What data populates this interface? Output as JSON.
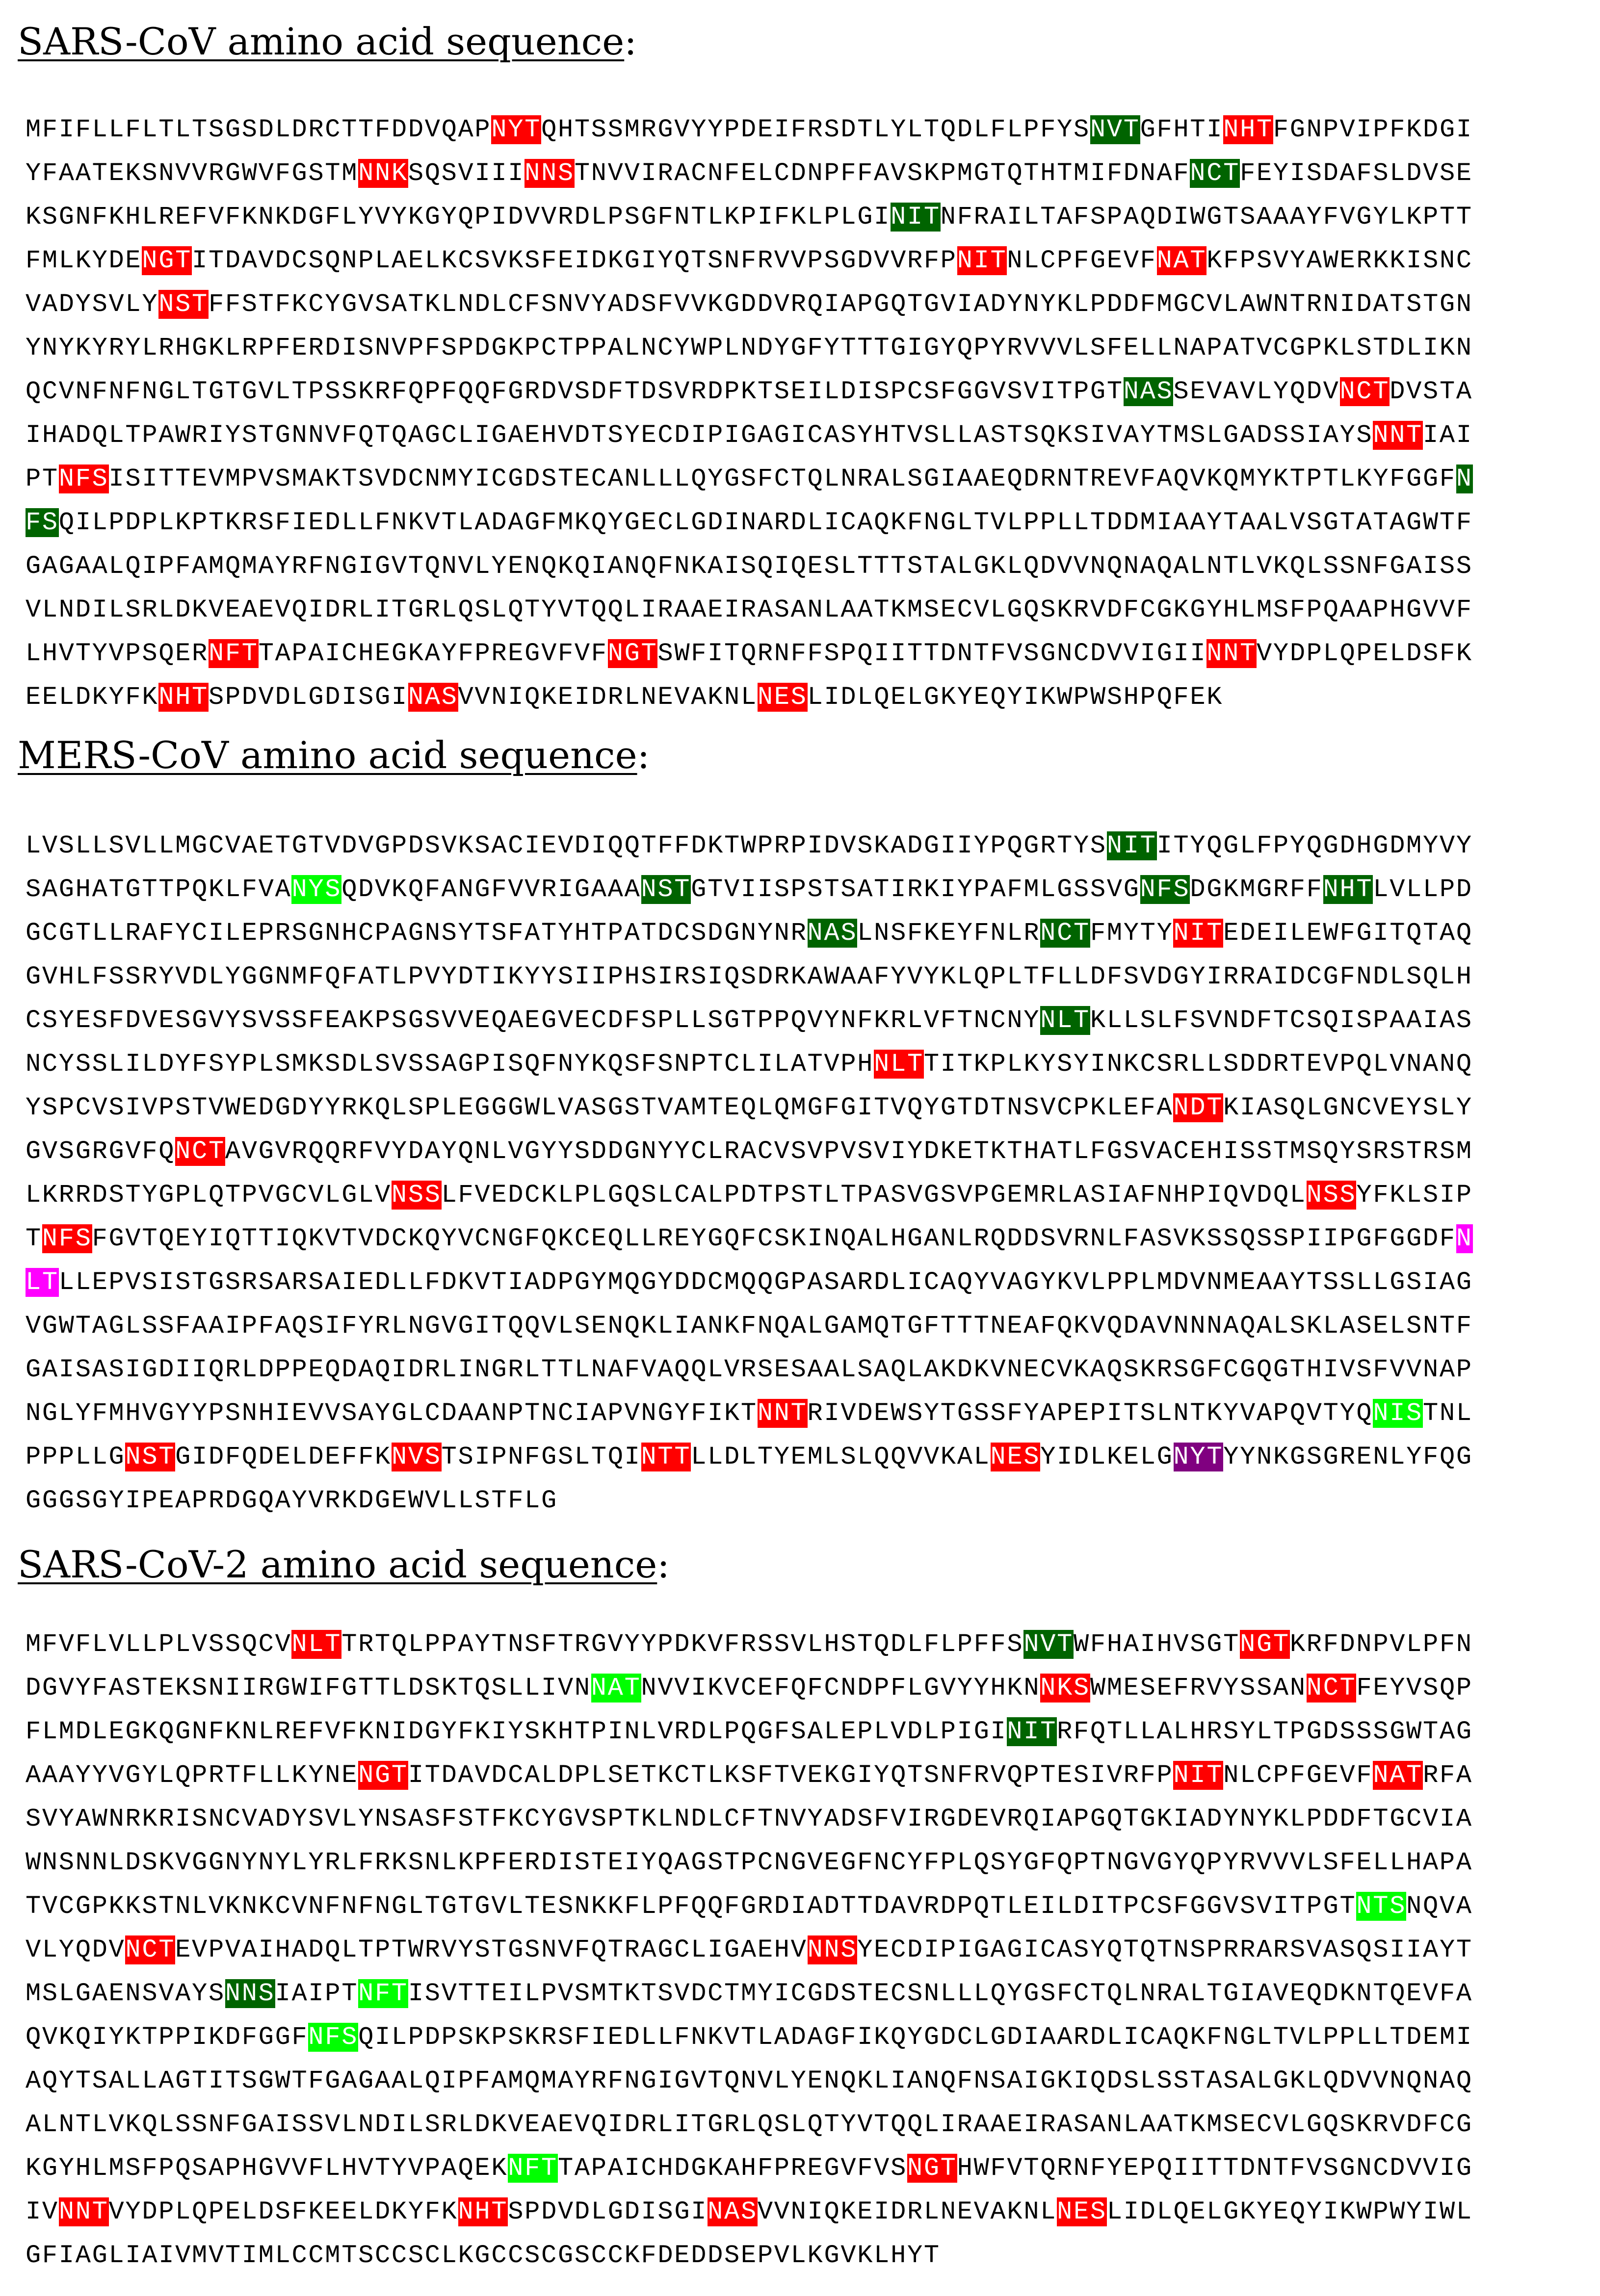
{
  "colors": {
    "red": "#ff0000",
    "dark_green": "#006400",
    "bright_green": "#00ff00",
    "magenta": "#ff00ff",
    "purple": "#800080"
  },
  "sections": [
    {
      "title": "SARS-CoV amino acid sequence",
      "title_suffix": ":",
      "lines": [
        [
          [
            "MFIFLLFLTLTSGSDLDRCTTFDDVQAP",
            null
          ],
          [
            "NYT",
            "red"
          ],
          [
            "QHTSSMRGVYYPDEIFRSDTLYLTQDLFLPFYS",
            null
          ],
          [
            "NVT",
            "dark_green"
          ],
          [
            "GFHTI",
            null
          ],
          [
            "NHT",
            "red"
          ],
          [
            "FGNPVIPFKDGI",
            null
          ]
        ],
        [
          [
            "YFAATEKSNVVRGWVFGSTM",
            null
          ],
          [
            "NNK",
            "red"
          ],
          [
            "SQSVIII",
            null
          ],
          [
            "NNS",
            "red"
          ],
          [
            "TNVVIRACNFELCDNPFFAVSKPMGTQTHTMIFDNAF",
            null
          ],
          [
            "NCT",
            "dark_green"
          ],
          [
            "FEYISDAFSLDVSE",
            null
          ]
        ],
        [
          [
            "KSGNFKHLREFVFKNKDGFLYVYKGYQPIDVVRDLPSGFNTLKPIFKLPLGI",
            null
          ],
          [
            "NIT",
            "dark_green"
          ],
          [
            "NFRAILTAFSPAQDIWGTSAAAYFVGYLKPTT",
            null
          ]
        ],
        [
          [
            "FMLKYDE",
            null
          ],
          [
            "NGT",
            "red"
          ],
          [
            "ITDAVDCSQNPLAELKCSVKSFEIDKGIYQTSNFRVVPSGDVVRFP",
            null
          ],
          [
            "NIT",
            "red"
          ],
          [
            "NLCPFGEVF",
            null
          ],
          [
            "NAT",
            "red"
          ],
          [
            "KFPSVYAWERKKISNC",
            null
          ]
        ],
        [
          [
            "VADYSVLY",
            null
          ],
          [
            "NST",
            "red"
          ],
          [
            "FFSTFKCYGVSATKLNDLCFSNVYADSFVVKGDDVRQIAPGQTGVIADYNYKLPDDFMGCVLAWNTRNIDATSTGN",
            null
          ]
        ],
        [
          [
            "YNYKYRYLRHGKLRPFERDISNVPFSPDGKPCTPPALNCYWPLNDYGFYTTTGIGYQPYRVVVLSFELLNAPATVCGPKLSTDLIKN",
            null
          ]
        ],
        [
          [
            "QCVNFNFNGLTGTGVLTPSSKRFQPFQQFGRDVSDFTDSVRDPKTSEILDISPCSFGGVSVITPGT",
            null
          ],
          [
            "NAS",
            "dark_green"
          ],
          [
            "SEVAVLYQDV",
            null
          ],
          [
            "NCT",
            "red"
          ],
          [
            "DVSTA",
            null
          ]
        ],
        [
          [
            "IHADQLTPAWRIYSTGNNVFQTQAGCLIGAEHVDTSYECDIPIGAGICASYHTVSLLASTSQKSIVAYTMSLGADSSIAYS",
            null
          ],
          [
            "NNT",
            "red"
          ],
          [
            "IAI",
            null
          ]
        ],
        [
          [
            "PT",
            null
          ],
          [
            "NFS",
            "red"
          ],
          [
            "ISITTEVMPVSMAKTSVDCNMYICGDSTECANLLLQYGSFCTQLNRALSGIAAEQDRNTREVFAQVKQMYKTPTLKYFGGF",
            null
          ],
          [
            "N",
            "dark_green"
          ]
        ],
        [
          [
            "FS",
            "dark_green"
          ],
          [
            "QILPDPLKPTKRSFIEDLLFNKVTLADAGFMKQYGECLGDINARDLICAQKFNGLTVLPPLLTDDMIAAYTAALVSGTATAGWTF",
            null
          ]
        ],
        [
          [
            "GAGAALQIPFAMQMAYRFNGIGVTQNVLYENQKQIANQFNKAISQIQESLTTTSTALGKLQDVVNQNAQALNTLVKQLSSNFGAISS",
            null
          ]
        ],
        [
          [
            "VLNDILSRLDKVEAEVQIDRLITGRLQSLQTYVTQQLIRAAEIRASANLAATKMSECVLGQSKRVDFCGKGYHLMSFPQAAPHGVVF",
            null
          ]
        ],
        [
          [
            "LHVTYVPSQER",
            null
          ],
          [
            "NFT",
            "red"
          ],
          [
            "TAPAICHEGKAYFPREGVFVF",
            null
          ],
          [
            "NGT",
            "red"
          ],
          [
            "SWFITQRNFFSPQIITTDNTFVSGNCDVVIGII",
            null
          ],
          [
            "NNT",
            "red"
          ],
          [
            "VYDPLQPELDSFK",
            null
          ]
        ],
        [
          [
            "EELDKYFK",
            null
          ],
          [
            "NHT",
            "red"
          ],
          [
            "SPDVDLGDISGI",
            null
          ],
          [
            "NAS",
            "red"
          ],
          [
            "VVNIQKEIDRLNEVAKNL",
            null
          ],
          [
            "NES",
            "red"
          ],
          [
            "LIDLQELGKYEQYIKWPWSHPQFEK",
            null
          ]
        ]
      ]
    },
    {
      "title": "MERS-CoV amino acid sequence",
      "title_suffix": ":",
      "lines": [
        [
          [
            "LVSLLSVLLMGCVAETGTVDVGPDSVKSACIEVDIQQTFFDKTWPRPIDVSKADGIIYPQGRTYS",
            null
          ],
          [
            "NIT",
            "dark_green"
          ],
          [
            "ITYQGLFPYQGDHGDMYVY",
            null
          ]
        ],
        [
          [
            "SAGHATGTTPQKLFVA",
            null
          ],
          [
            "NYS",
            "bright_green"
          ],
          [
            "QDVKQFANGFVVRIGAAA",
            null
          ],
          [
            "NST",
            "dark_green"
          ],
          [
            "GTVIISPSTSATIRKIYPAFMLGSSVG",
            null
          ],
          [
            "NFS",
            "dark_green"
          ],
          [
            "DGKMGRFF",
            null
          ],
          [
            "NHT",
            "dark_green"
          ],
          [
            "LVLLPD",
            null
          ]
        ],
        [
          [
            "GCGTLLRAFYCILEPRSGNHCPAGNSYTSFATYHTPATDCSDGNYNR",
            null
          ],
          [
            "NAS",
            "dark_green"
          ],
          [
            "LNSFKEYFNLR",
            null
          ],
          [
            "NCT",
            "dark_green"
          ],
          [
            "FMYTY",
            null
          ],
          [
            "NIT",
            "red"
          ],
          [
            "EDEILEWFGITQTAQ",
            null
          ]
        ],
        [
          [
            "GVHLFSSRYVDLYGGNMFQFATLPVYDTIKYYSIIPHSIRSIQSDRKAWAAFYVYKLQPLTFLLDFSVDGYIRRAIDCGFNDLSQLH",
            null
          ]
        ],
        [
          [
            "CSYESFDVESGVYSVSSFEAKPSGSVVEQAEGVECDFSPLLSGTPPQVYNFKRLVFTNCNY",
            null
          ],
          [
            "NLT",
            "dark_green"
          ],
          [
            "KLLSLFSVNDFTCSQISPAAIAS",
            null
          ]
        ],
        [
          [
            "NCYSSLILDYFSYPLSMKSDLSVSSAGPISQFNYKQSFSNPTCLILATVPH",
            null
          ],
          [
            "NLT",
            "red"
          ],
          [
            "TITKPLKYSYINKCSRLLSDDRTEVPQLVNANQ",
            null
          ]
        ],
        [
          [
            "YSPCVSIVPSTVWEDGDYYRKQLSPLEGGGWLVASGSTVAMTEQLQMGFGITVQYGTDTNSVCPKLEFA",
            null
          ],
          [
            "NDT",
            "red"
          ],
          [
            "KIASQLGNCVEYSLY",
            null
          ]
        ],
        [
          [
            "GVSGRGVFQ",
            null
          ],
          [
            "NCT",
            "red"
          ],
          [
            "AVGVRQQRFVYDAYQNLVGYYSDDGNYYCLRACVSVPVSVIYDKETKTHATLFGSVACEHISSTMSQYSRSTRSM",
            null
          ]
        ],
        [
          [
            "LKRRDSTYGPLQTPVGCVLGLV",
            null
          ],
          [
            "NSS",
            "red"
          ],
          [
            "LFVEDCKLPLGQSLCALPDTPSTLTPASVGSVPGEMRLASIAFNHPIQVDQL",
            null
          ],
          [
            "NSS",
            "red"
          ],
          [
            "YFKLSIP",
            null
          ]
        ],
        [
          [
            "T",
            null
          ],
          [
            "NFS",
            "red"
          ],
          [
            "FGVTQEYIQTTIQKVTVDCKQYVCNGFQKCEQLLREYGQFCSKINQALHGANLRQDDSVRNLFASVKSSQSSPIIPGFGGDF",
            null
          ],
          [
            "N",
            "magenta"
          ]
        ],
        [
          [
            "LT",
            "magenta"
          ],
          [
            "LLEPVSISTGSRSARSAIEDLLFDKVTIADPGYMQGYDDCMQQGPASARDLICAQYVAGYKVLPPLMDVNMEAAYTSSLLGSIAG",
            null
          ]
        ],
        [
          [
            "VGWTAGLSSFAAIPFAQSIFYRLNGVGITQQVLSENQKLIANKFNQALGAMQTGFTTTNEAFQKVQDAVNNNAQALSKLASELSNTF",
            null
          ]
        ],
        [
          [
            "GAISASIGDIIQRLDPPEQDAQIDRLINGRLTTLNAFVAQQLVRSESAALSAQLAKDKVNECVKAQSKRSGFCGQGTHIVSFVVNAP",
            null
          ]
        ],
        [
          [
            "NGLYFMHVGYYPSNHIEVVSAYGLCDAANPTNCIAPVNGYFIKT",
            null
          ],
          [
            "NNT",
            "red"
          ],
          [
            "RIVDEWSYTGSSFYAPEPITSLNTKYVAPQVTYQ",
            null
          ],
          [
            "NIS",
            "bright_green"
          ],
          [
            "TNL",
            null
          ]
        ],
        [
          [
            "PPPLLG",
            null
          ],
          [
            "NST",
            "red"
          ],
          [
            "GIDFQDELDEFFK",
            null
          ],
          [
            "NVS",
            "red"
          ],
          [
            "TSIPNFGSLTQI",
            null
          ],
          [
            "NTT",
            "red"
          ],
          [
            "LLDLTYEMLSLQQVVKAL",
            null
          ],
          [
            "NES",
            "red"
          ],
          [
            "YIDLKELG",
            null
          ],
          [
            "NYT",
            "purple"
          ],
          [
            "YYNKGSGRENLYFQG",
            null
          ]
        ],
        [
          [
            "GGGSGYIPEAPRDGQAYVRKDGEWVLLSTFLG",
            null
          ]
        ]
      ]
    },
    {
      "title": "SARS-CoV-2 amino acid sequence",
      "title_suffix": ":",
      "lines": [
        [
          [
            "MFVFLVLLPLVSSQCV",
            null
          ],
          [
            "NLT",
            "red"
          ],
          [
            "TRTQLPPAYTNSFTRGVYYPDKVFRSSVLHSTQDLFLPFFS",
            null
          ],
          [
            "NVT",
            "dark_green"
          ],
          [
            "WFHAIHVSGT",
            null
          ],
          [
            "NGT",
            "red"
          ],
          [
            "KRFDNPVLPFN",
            null
          ]
        ],
        [
          [
            "DGVYFASTEKSNIIRGWIFGTTLDSKTQSLLIVN",
            null
          ],
          [
            "NAT",
            "bright_green"
          ],
          [
            "NVVIKVCEFQFCNDPFLGVYYHKN",
            null
          ],
          [
            "NKS",
            "red"
          ],
          [
            "WMESEFRVYSSAN",
            null
          ],
          [
            "NCT",
            "red"
          ],
          [
            "FEYVSQP",
            null
          ]
        ],
        [
          [
            "FLMDLEGKQGNFKNLREFVFKNIDGYFKIYSKHTPINLVRDLPQGFSALEPLVDLPIGI",
            null
          ],
          [
            "NIT",
            "dark_green"
          ],
          [
            "RFQTLLALHRSYLTPGDSSSGWTAG",
            null
          ]
        ],
        [
          [
            "AAAYYVGYLQPRTFLLKYNE",
            null
          ],
          [
            "NGT",
            "red"
          ],
          [
            "ITDAVDCALDPLSETKCTLKSFTVEKGIYQTSNFRVQPTESIVRFP",
            null
          ],
          [
            "NIT",
            "red"
          ],
          [
            "NLCPFGEVF",
            null
          ],
          [
            "NAT",
            "red"
          ],
          [
            "RFA",
            null
          ]
        ],
        [
          [
            "SVYAWNRKRISNCVADYSVLYNSASFSTFKCYGVSPTKLNDLCFTNVYADSFVIRGDEVRQIAPGQTGKIADYNYKLPDDFTGCVIA",
            null
          ]
        ],
        [
          [
            "WNSNNLDSKVGGNYNYLYRLFRKSNLKPFERDISTEIYQAGSTPCNGVEGFNCYFPLQSYGFQPTNGVGYQPYRVVVLSFELLHAPA",
            null
          ]
        ],
        [
          [
            "TVCGPKKSTNLVKNKCVNFNFNGLTGTGVLTESNKKFLPFQQFGRDIADTTDAVRDPQTLEILDITPCSFGGVSVITPGT",
            null
          ],
          [
            "NTS",
            "bright_green"
          ],
          [
            "NQVA",
            null
          ]
        ],
        [
          [
            "VLYQDV",
            null
          ],
          [
            "NCT",
            "red"
          ],
          [
            "EVPVAIHADQLTPTWRVYSTGSNVFQTRAGCLIGAEHV",
            null
          ],
          [
            "NNS",
            "red"
          ],
          [
            "YECDIPIGAGICASYQTQTNSPRRARSVASQSIIAYT",
            null
          ]
        ],
        [
          [
            "MSLGAENSVAYS",
            null
          ],
          [
            "NNS",
            "dark_green"
          ],
          [
            "IAIPT",
            null
          ],
          [
            "NFT",
            "bright_green"
          ],
          [
            "ISVTTEILPVSMTKTSVDCTMYICGDSTECSNLLLQYGSFCTQLNRALTGIAVEQDKNTQEVFA",
            null
          ]
        ],
        [
          [
            "QVKQIYKTPPIKDFGGF",
            null
          ],
          [
            "NFS",
            "bright_green"
          ],
          [
            "QILPDPSKPSKRSFIEDLLFNKVTLADAGFIKQYGDCLGDIAARDLICAQKFNGLTVLPPLLTDEMI",
            null
          ]
        ],
        [
          [
            "AQYTSALLAGTITSGWTFGAGAALQIPFAMQMAYRFNGIGVTQNVLYENQKLIANQFNSAIGKIQDSLSSTASALGKLQDVVNQNAQ",
            null
          ]
        ],
        [
          [
            "ALNTLVKQLSSNFGAISSVLNDILSRLDKVEAEVQIDRLITGRLQSLQTYVTQQLIRAAEIRASANLAATKMSECVLGQSKRVDFCG",
            null
          ]
        ],
        [
          [
            "KGYHLMSFPQSAPHGVVFLHVTYVPAQEK",
            null
          ],
          [
            "NFT",
            "bright_green"
          ],
          [
            "TAPAICHDGKAHFPREGVFVS",
            null
          ],
          [
            "NGT",
            "red"
          ],
          [
            "HWFVTQRNFYEPQIITTDNTFVSGNCDVVIG",
            null
          ]
        ],
        [
          [
            "IV",
            null
          ],
          [
            "NNT",
            "red"
          ],
          [
            "VYDPLQPELDSFKEELDKYFK",
            null
          ],
          [
            "NHT",
            "red"
          ],
          [
            "SPDVDLGDISGI",
            null
          ],
          [
            "NAS",
            "red"
          ],
          [
            "VVNIQKEIDRLNEVAKNL",
            null
          ],
          [
            "NES",
            "red"
          ],
          [
            "LIDLQELGKYEQYIKWPWYIWL",
            null
          ]
        ],
        [
          [
            "GFIAGLIAIVMVTIMLCCMTSCCSCLKGCCSCGSCCKFDEDDSEPVLKGVKLHYT",
            null
          ]
        ]
      ]
    }
  ]
}
